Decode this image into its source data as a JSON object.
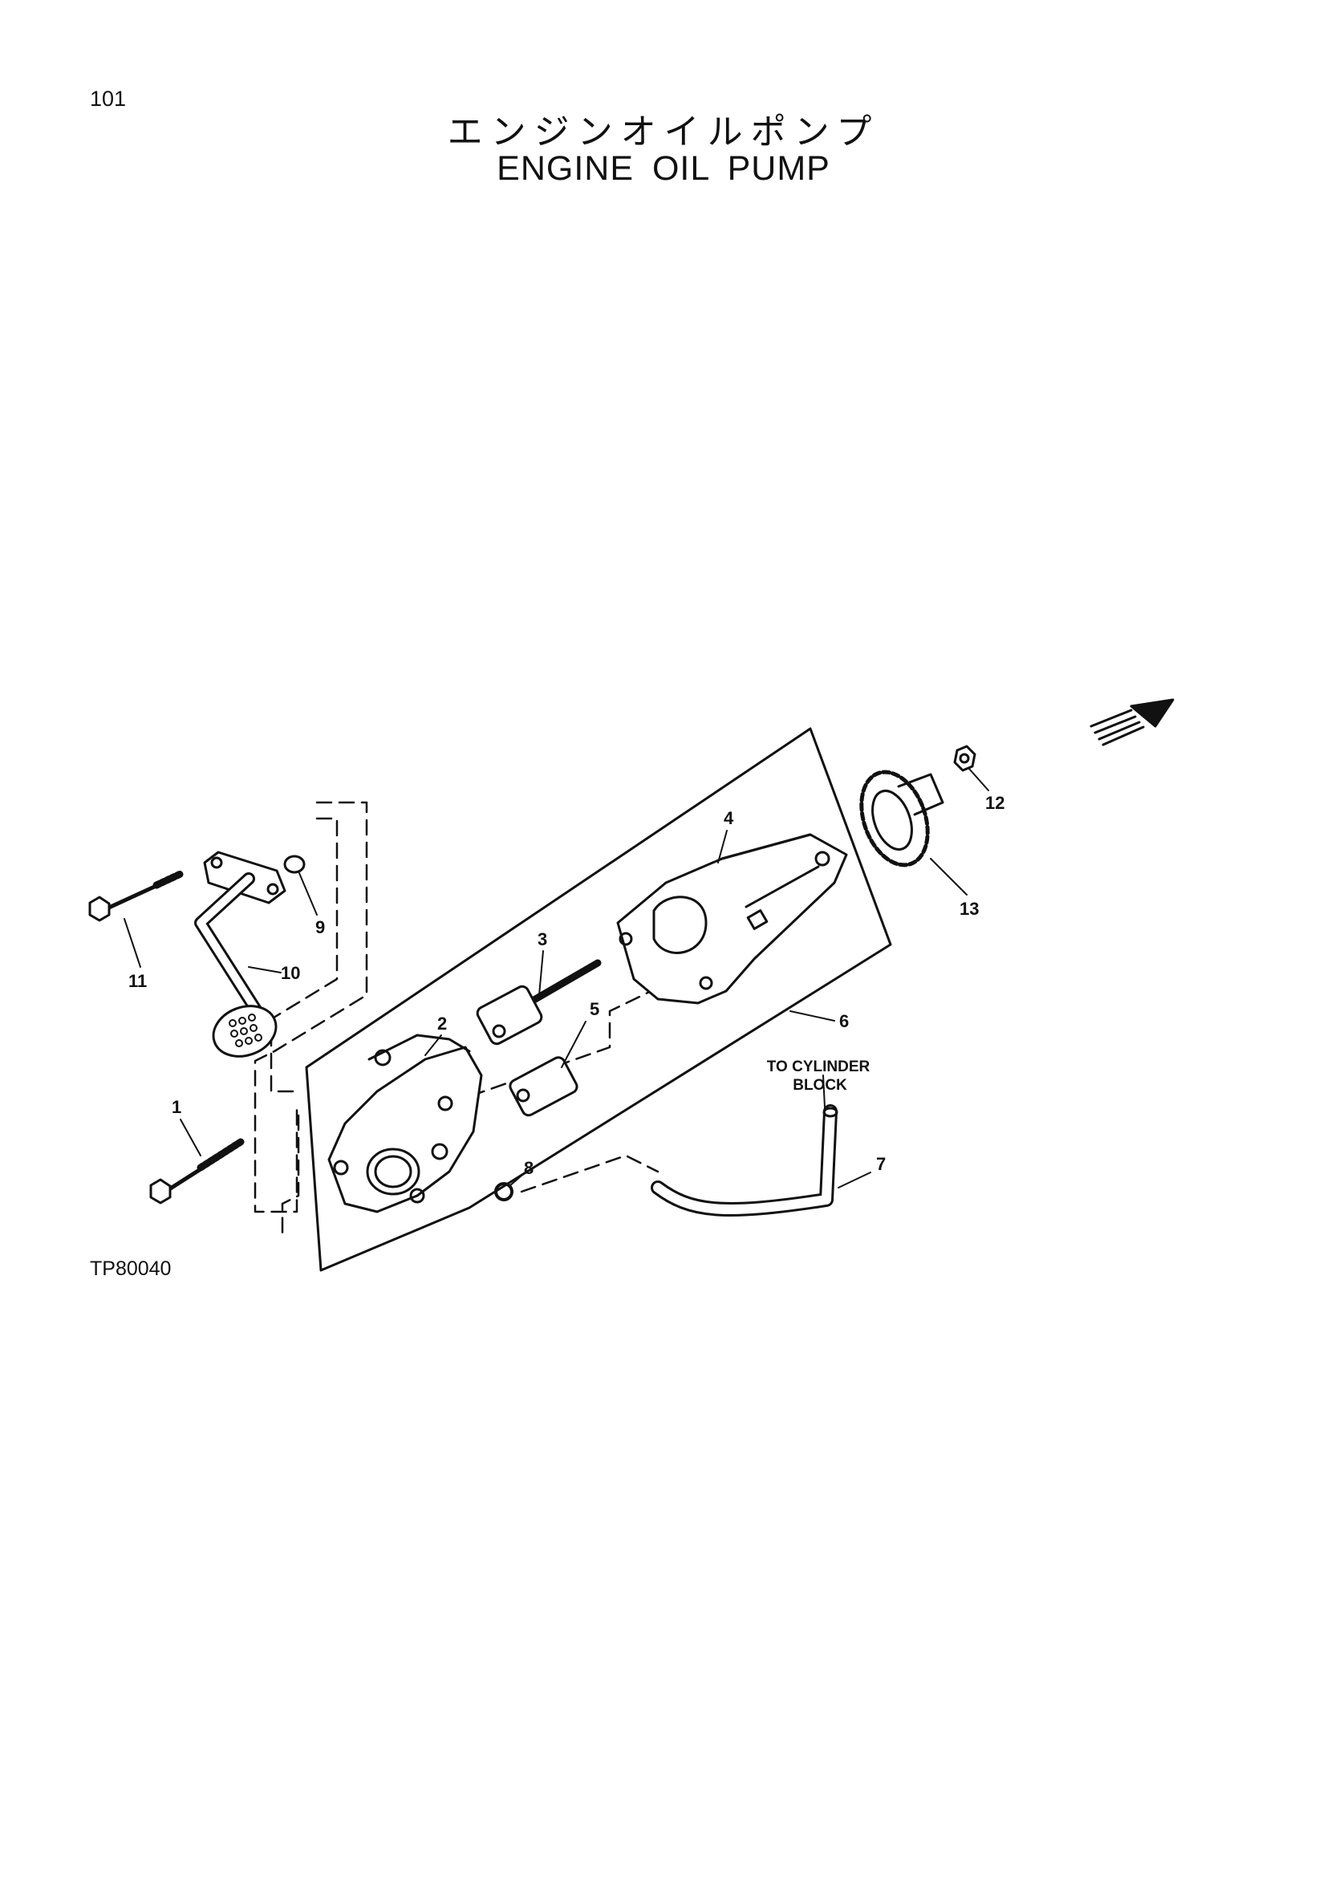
{
  "page_number": "101",
  "title_jp": "エンジンオイルポンプ",
  "title_en": "ENGINE OIL PUMP",
  "drawing_code": "TP80040",
  "callouts": {
    "c1": "1",
    "c2": "2",
    "c3": "3",
    "c4": "4",
    "c5": "5",
    "c6": "6",
    "c7": "7",
    "c8": "8",
    "c9": "9",
    "c10": "10",
    "c11": "11",
    "c12": "12",
    "c13": "13"
  },
  "note_to_cylinder": [
    "TO CYLINDER",
    "BLOCK"
  ]
}
